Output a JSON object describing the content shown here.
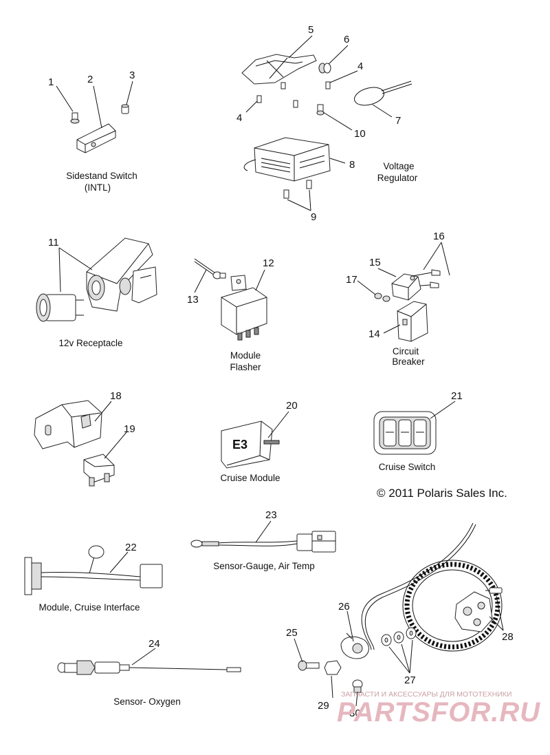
{
  "labels": {
    "sidestand": [
      "Sidestand Switch",
      "(INTL)"
    ],
    "voltage": [
      "Voltage",
      "Regulator"
    ],
    "receptacle": [
      "12v Receptacle"
    ],
    "flasher": [
      "Module",
      "Flasher"
    ],
    "breaker": [
      "Circuit",
      "Breaker"
    ],
    "cruise_module": [
      "Cruise Module"
    ],
    "cruise_switch": [
      "Cruise Switch"
    ],
    "air_temp": [
      "Sensor-Gauge, Air Temp"
    ],
    "cruise_interface": [
      "Module, Cruise Interface"
    ],
    "oxygen": [
      "Sensor- Oxygen"
    ]
  },
  "copyright": "© 2011 Polaris Sales Inc.",
  "callouts": {
    "n1": "1",
    "n2": "2",
    "n3": "3",
    "n4a": "4",
    "n4b": "4",
    "n5": "5",
    "n6": "6",
    "n7": "7",
    "n8": "8",
    "n9": "9",
    "n10": "10",
    "n11": "11",
    "n12": "12",
    "n13": "13",
    "n14": "14",
    "n15": "15",
    "n16": "16",
    "n17": "17",
    "n18": "18",
    "n19": "19",
    "n20": "20",
    "n21": "21",
    "n22": "22",
    "n23": "23",
    "n24": "24",
    "n25": "25",
    "n26": "26",
    "n27": "27",
    "n28": "28",
    "n29": "29",
    "n30": "30"
  },
  "module_marking": "E3",
  "watermark": {
    "tagline": "ЗАПЧАСТИ И АКСЕССУАРЫ ДЛЯ МОТОТЕХНИКИ",
    "brand": "PARTSFOR.RU"
  }
}
